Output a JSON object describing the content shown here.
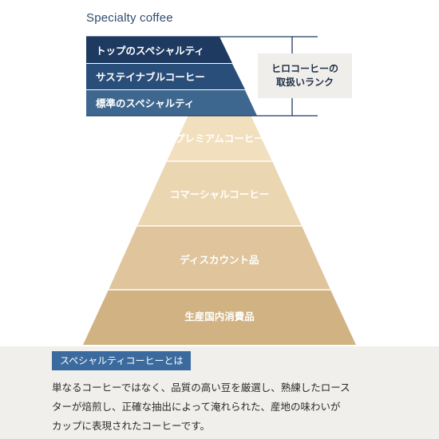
{
  "header": {
    "title": "Specialty coffee"
  },
  "specialty_tiers": [
    {
      "label": "トップのスペシャルティ",
      "color": "#1e3a60"
    },
    {
      "label": "サステイナブルコーヒー",
      "color": "#2a4e7a"
    },
    {
      "label": "標準のスペシャルティ",
      "color": "#3e6790"
    }
  ],
  "rank_label": {
    "line1": "ヒロコーヒーの",
    "line2": "取扱いランク"
  },
  "pyramid_tiers": [
    {
      "label": "プレミアムコーヒー",
      "color": "#f2dfbd"
    },
    {
      "label": "コマーシャルコーヒー",
      "color": "#ebd6b2"
    },
    {
      "label": "ディスカウント品",
      "color": "#dfc49c"
    },
    {
      "label": "生産国内消費品",
      "color": "#d1b383"
    }
  ],
  "description": {
    "heading": "スペシャルティコーヒーとは",
    "lines": [
      "単なるコーヒーではなく、品質の高い豆を厳選し、熟練したロース",
      "ターが焙煎し、正確な抽出によって淹れられた、産地の味わいが",
      "カップに表現されたコーヒーです。"
    ]
  }
}
